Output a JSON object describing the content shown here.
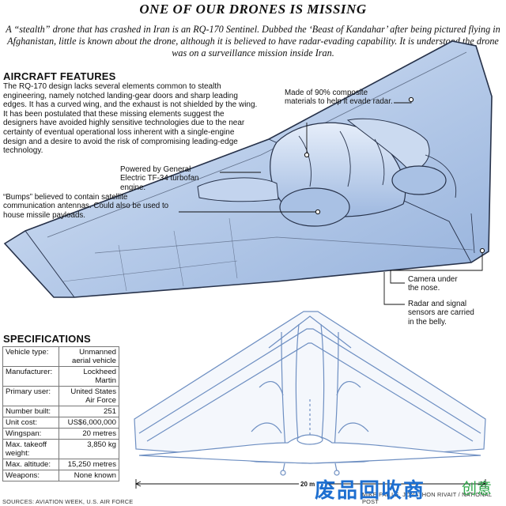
{
  "title": "ONE OF OUR DRONES IS MISSING",
  "lede": "A “stealth” drone that has crashed in Iran is an RQ-170 Sentinel. Dubbed the ‘Beast of Kandahar’ after being pictured flying in Afghanistan, little is known about the drone, although it is believed to have radar-evading capability. It is understood the drone was on a surveillance mission inside Iran.",
  "aircraft_features": {
    "heading": "AIRCRAFT FEATURES",
    "text": "The RQ-170 design lacks several elements common to stealth engineering, namely notched landing-gear doors and sharp leading edges. It has a curved wing, and the exhaust is not shielded by the wing. It has been postulated that these missing elements suggest the designers have avoided highly sensitive technologies due to the near certainty of eventual operational loss inherent with a single-engine design and a desire to avoid the risk of compromising leading-edge technology."
  },
  "callouts": {
    "composite": "Made of 90% composite materials to help it evade radar.",
    "engine": "Powered by General Electric TF-34 turbofan engine.",
    "bumps": "“Bumps” believed to contain satellite communication antennas. Could also be used to house missile payloads.",
    "camera": "Camera under the nose.",
    "radar": "Radar and signal sensors are carried in the belly."
  },
  "specifications": {
    "heading": "SPECIFICATIONS",
    "rows": [
      {
        "label": "Vehicle type:",
        "value": "Unmanned aerial vehicle"
      },
      {
        "label": "Manufacturer:",
        "value": "Lockheed Martin"
      },
      {
        "label": "Primary user:",
        "value": "United States Air Force"
      },
      {
        "label": "Number built:",
        "value": "251"
      },
      {
        "label": "Unit cost:",
        "value": "US$6,000,000"
      },
      {
        "label": "Wingspan:",
        "value": "20 metres"
      },
      {
        "label": "Max. takeoff weight:",
        "value": "3,850 kg"
      },
      {
        "label": "Max. altitude:",
        "value": "15,250 metres"
      },
      {
        "label": "Weapons:",
        "value": "None known"
      }
    ]
  },
  "wingspan_label": "20 m",
  "sources": "SOURCES: AVIATION WEEK, U.S. AIR FORCE",
  "credits": "MIKE FAILLE, JONATHON RIVAIT / NATIONAL POST",
  "watermark": {
    "main": "废品回收商",
    "side": "创意"
  },
  "colors": {
    "wing_fill": "#b7cbe9",
    "wing_light": "#dfe8f6",
    "wing_stroke": "#27324a",
    "plan_stroke": "#6e8fc2"
  }
}
